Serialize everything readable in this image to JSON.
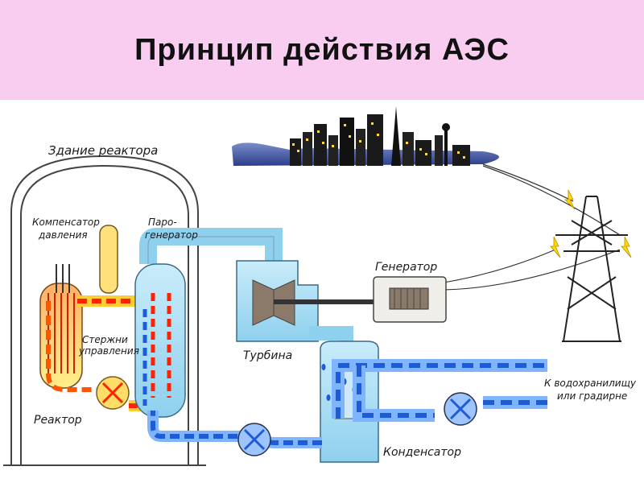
{
  "title": "Принцип действия АЭС",
  "labels": {
    "reactor_building": "Здание реактора",
    "pressurizer_1": "Компенсатор",
    "pressurizer_2": "давления",
    "steam_gen_1": "Паро-",
    "steam_gen_2": "генератор",
    "control_rods_1": "Стержни",
    "control_rods_2": "управления",
    "reactor": "Реактор",
    "turbine": "Турбина",
    "generator": "Генератор",
    "condenser": "Конденсатор",
    "to_reservoir_1": "К водохранилищу",
    "to_reservoir_2": "или градирне"
  },
  "colors": {
    "header_bg": "#f8cdf0",
    "primary_loop": "#ff2200",
    "secondary_loop": "#1e5bd6",
    "steam": "#aee0f5",
    "reactor_fill": "#ffee66"
  }
}
